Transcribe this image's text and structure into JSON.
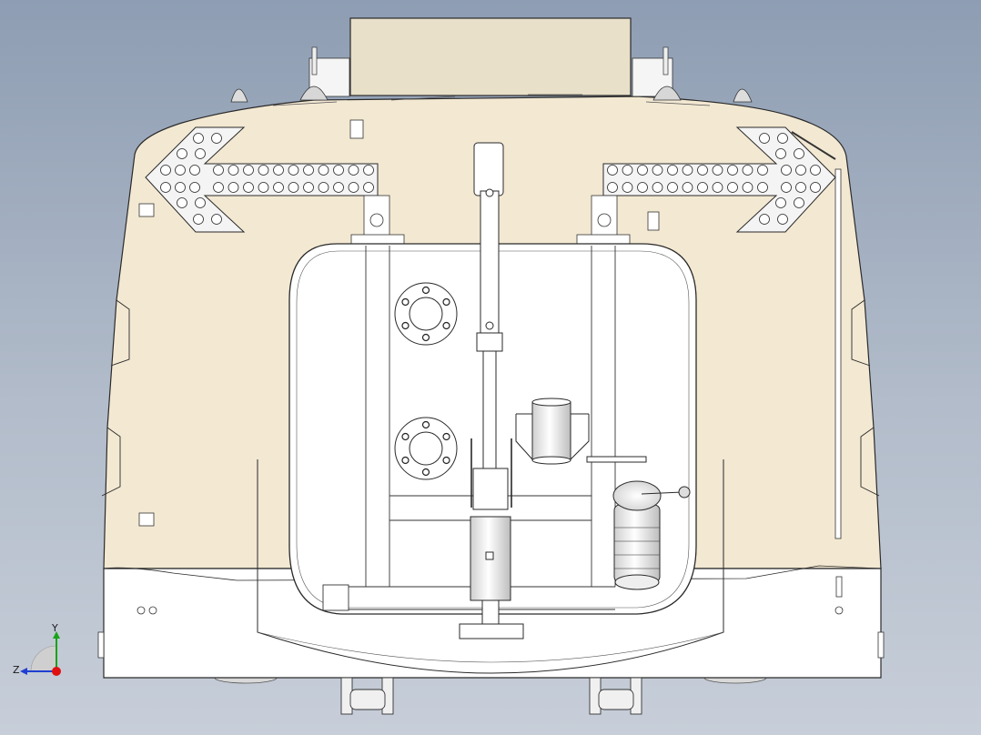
{
  "viewport": {
    "background_top": "#8e9db3",
    "background_bottom": "#c7ced9"
  },
  "model": {
    "body_color": "#f3e8d2",
    "lower_color": "#ffffff",
    "panel_color": "#ffffff",
    "header_box_color": "#e9e0c9",
    "line_color": "#2a2a2a",
    "arrow_left_rows": [
      2,
      3,
      2
    ],
    "arrow_right_rows": [
      2,
      3,
      2
    ]
  },
  "triad": {
    "y_label": "Y",
    "z_label": "Z",
    "y_color": "#19a319",
    "z_color": "#1f3fd1",
    "x_color": "#e01010"
  }
}
